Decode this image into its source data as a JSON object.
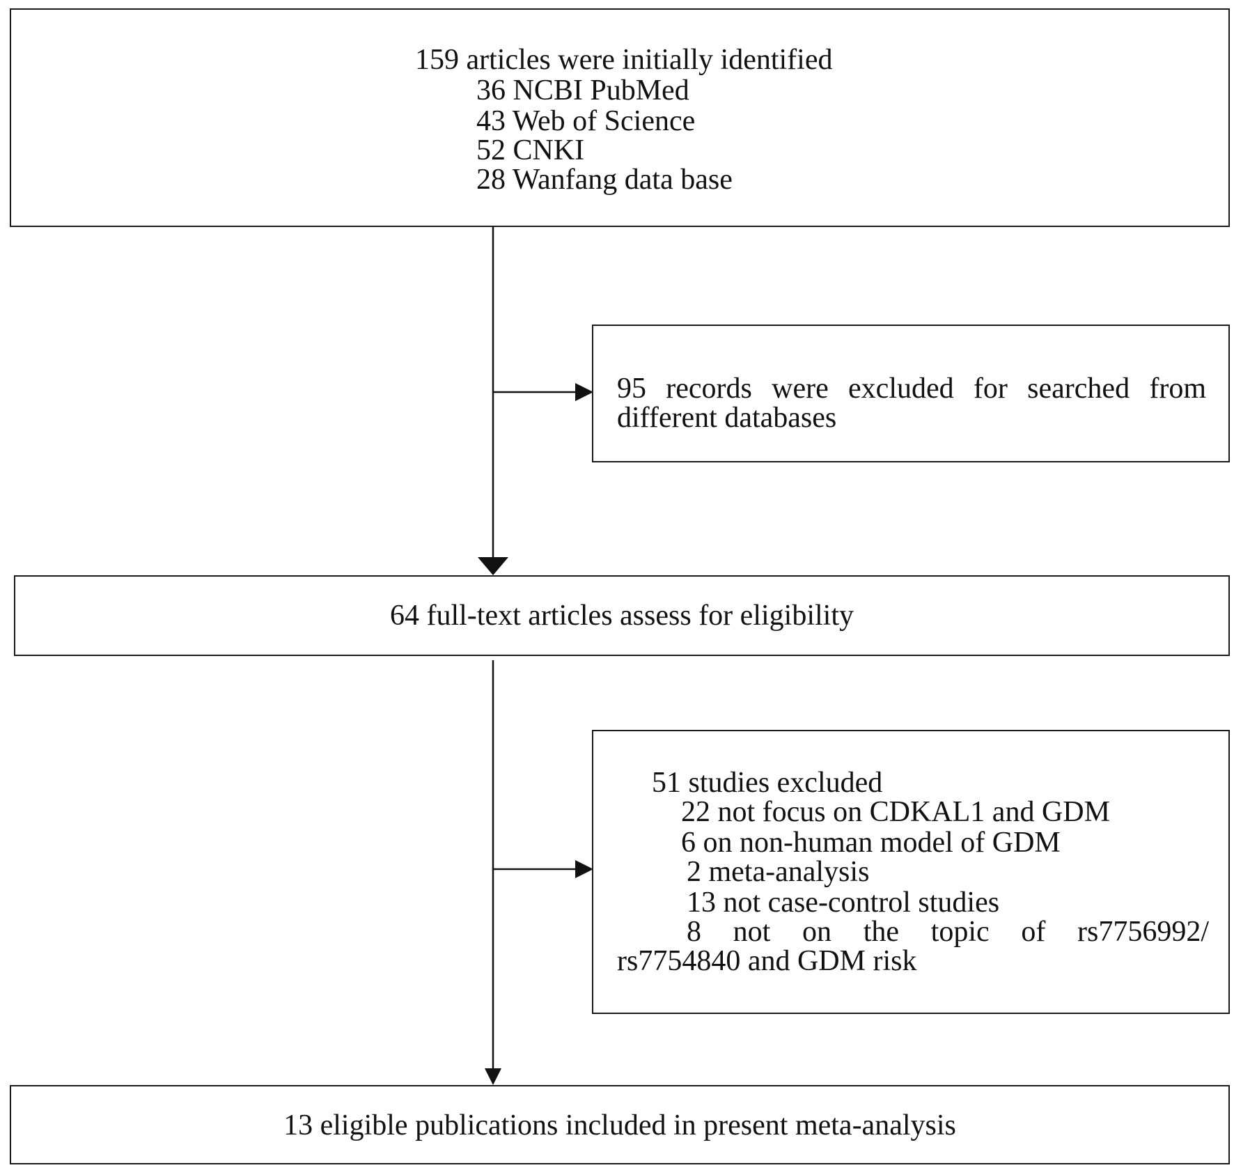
{
  "identification": {
    "title": "159 articles were initially identified",
    "sources": [
      "36 NCBI PubMed",
      "43 Web of Science",
      "52 CNKI",
      "28 Wanfang data base"
    ]
  },
  "exclusion_1": {
    "line1": "95 records were excluded for searched from",
    "line2": "different databases"
  },
  "eligibility": {
    "text": "64 full-text articles assess for eligibility"
  },
  "exclusion_2": {
    "title": "51 studies excluded",
    "reasons": [
      "22 not focus on CDKAL1 and GDM",
      "6 on non-human model of GDM",
      "2 meta-analysis",
      "13 not case-control studies"
    ],
    "last_line1": "8 not on the topic of rs7756992/",
    "last_line2": "rs7754840 and GDM risk"
  },
  "included": {
    "text": "13 eligible publications included in present meta-analysis"
  }
}
